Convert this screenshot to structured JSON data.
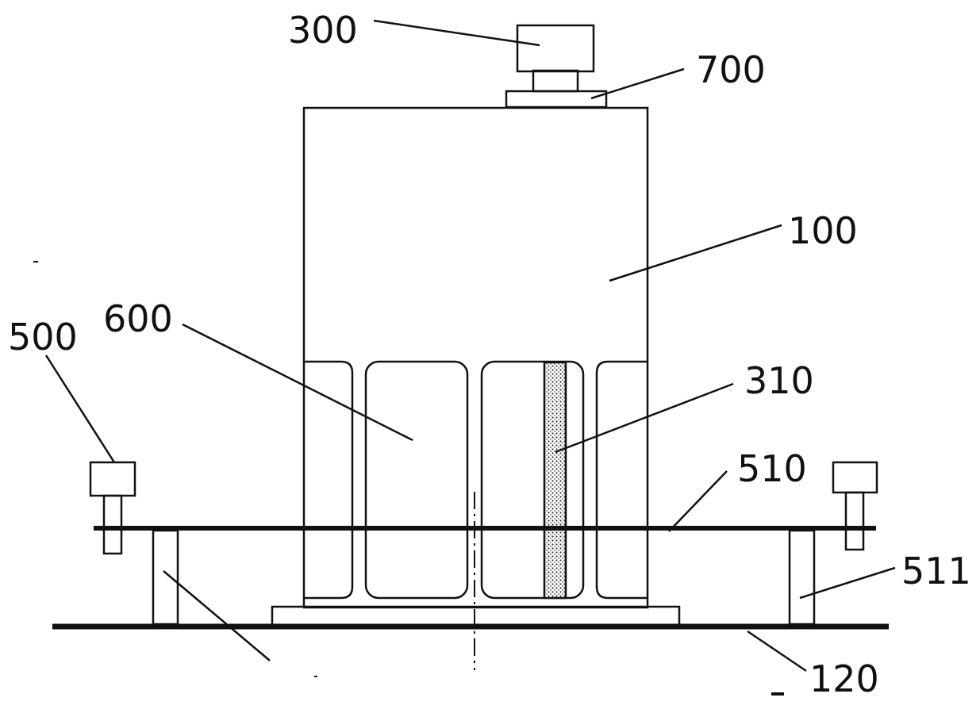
{
  "labels": {
    "l300": "300",
    "l700": "700",
    "l100": "100",
    "l600": "600",
    "l500": "500",
    "l310": "310",
    "l510": "510",
    "l511": "511",
    "l120": "120"
  },
  "colors": {
    "stroke": "#111111",
    "background": "#ffffff"
  }
}
